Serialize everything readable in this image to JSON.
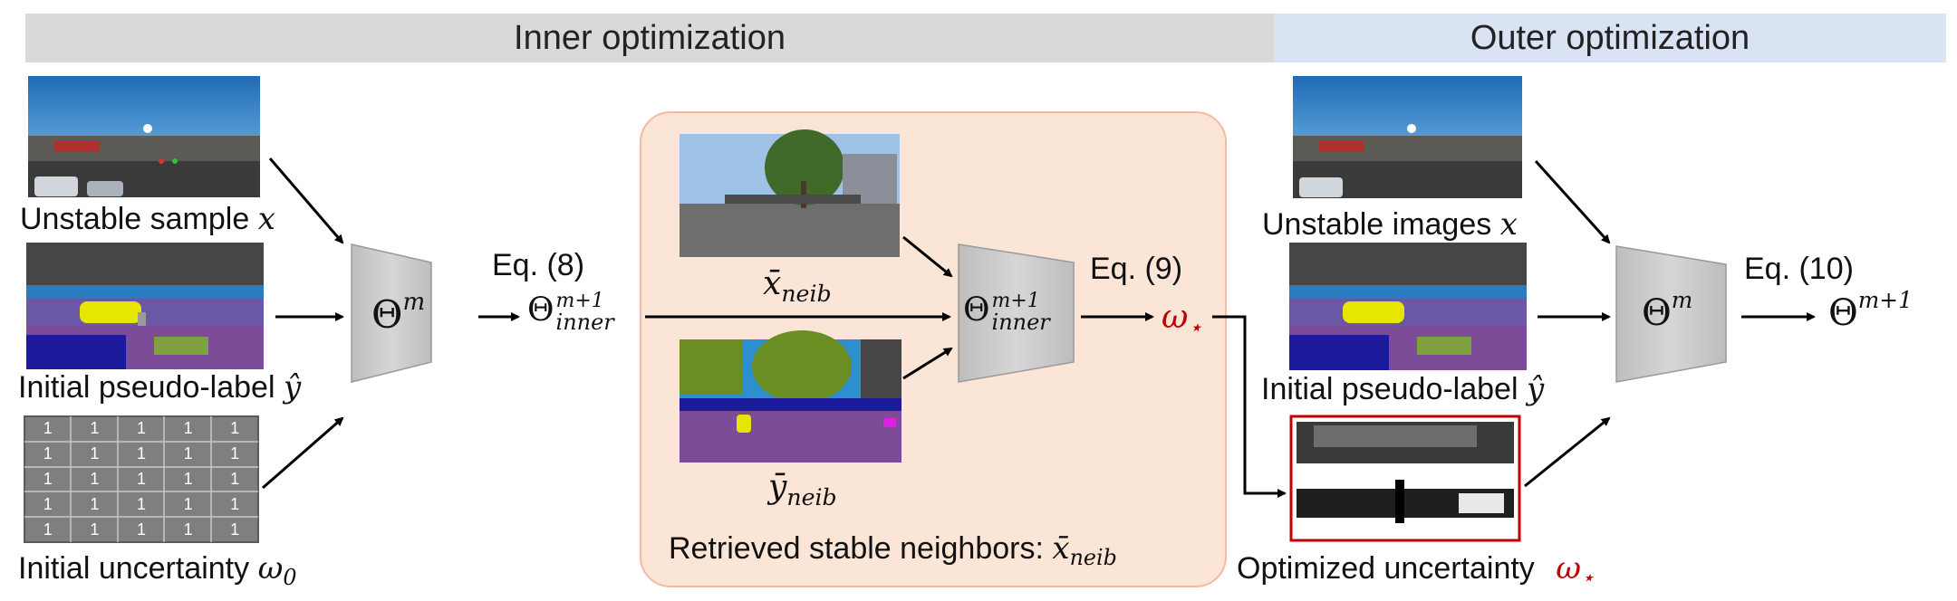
{
  "header": {
    "inner_title": "Inner optimization",
    "outer_title": "Outer optimization",
    "inner_color": "#d9d9d9",
    "outer_color": "#dae3f3"
  },
  "left": {
    "sample_label": "Unstable sample",
    "pseudo_label": "Initial pseudo-label",
    "uncertainty_label": "Initial uncertainty",
    "grid_value": "1",
    "sample_var": "x",
    "pseudo_var": "ŷ",
    "uncertainty_var": "ω",
    "uncertainty_sub": "0"
  },
  "inner": {
    "model": "Θ",
    "model_sup": "m",
    "eq8": "Eq. (8)",
    "inner_theta": "Θ",
    "inner_sup": "m+1",
    "inner_sub": "inner",
    "eq9": "Eq. (9)",
    "omega": "ω",
    "omega_star": "⋆"
  },
  "neighbors": {
    "panel_color": "#fbe5d6",
    "x_var": "x̄",
    "y_var": "ȳ",
    "sub": "neib",
    "caption": "Retrieved stable neighbors:"
  },
  "outer": {
    "images_label": "Unstable images",
    "images_var": "x",
    "pseudo_label": "Initial pseudo-label",
    "pseudo_var": "ŷ",
    "uncertainty_label": "Optimized uncertainty",
    "model": "Θ",
    "model_sup": "m",
    "eq10": "Eq. (10)",
    "result": "Θ",
    "result_sup": "m+1"
  }
}
